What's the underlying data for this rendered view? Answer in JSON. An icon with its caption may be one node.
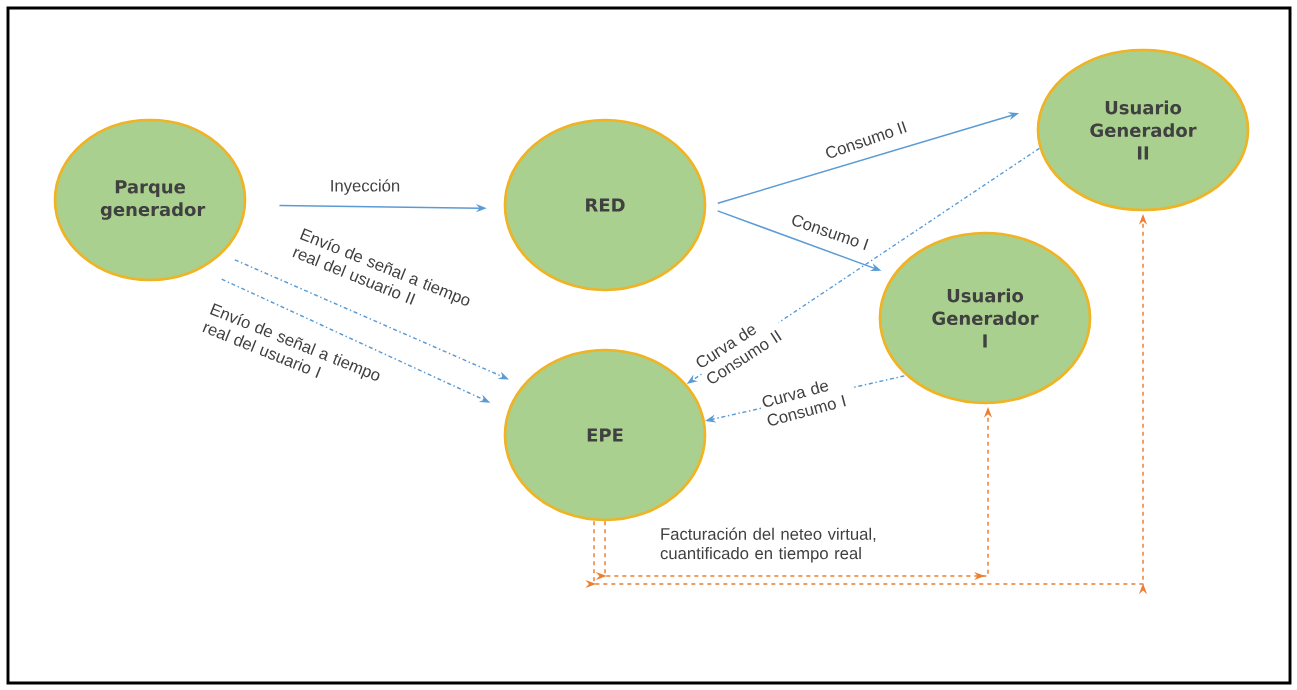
{
  "diagram": {
    "nodes": [
      {
        "text": [
          "Parque generador"
        ]
      },
      {
        "text": [
          "RED"
        ]
      },
      {
        "text": [
          "Usuario Generador II"
        ]
      },
      {
        "text": [
          "Usuario Generador I"
        ]
      },
      {
        "text": [
          "EPE"
        ]
      }
    ],
    "edges": [
      {
        "from": 0,
        "to": 1,
        "arrow": "to",
        "label": "Inyección"
      },
      {
        "from": 1,
        "to": 2,
        "arrow": "to",
        "label": "Consumo II"
      },
      {
        "from": 1,
        "to": 3,
        "arrow": "to",
        "label": "Consumo I"
      },
      {
        "from": 0,
        "to": 4,
        "arrow": "to",
        "label": "Envío de señal a tiempo real del usuario II",
        "style": "dashed"
      },
      {
        "from": 0,
        "to": 4,
        "arrow": "to",
        "label": "Envío de señal a tiempo real del usuario I",
        "style": "dashed"
      },
      {
        "from": 2,
        "to": 4,
        "arrow": "to",
        "label": "Curva de Consumo II",
        "style": "dashed"
      },
      {
        "from": 3,
        "to": 4,
        "arrow": "to",
        "label": "Curva de Consumo I",
        "style": "dashed"
      },
      {
        "from": 4,
        "to": 3,
        "arrow": "to",
        "label": "Facturación del neteo virtual, cuantificado en tiempo real",
        "style": "dashed",
        "color": "#ed7d31"
      },
      {
        "from": 4,
        "to": 2,
        "arrow": "to",
        "style": "dashed",
        "color": "#ed7d31"
      }
    ]
  }
}
